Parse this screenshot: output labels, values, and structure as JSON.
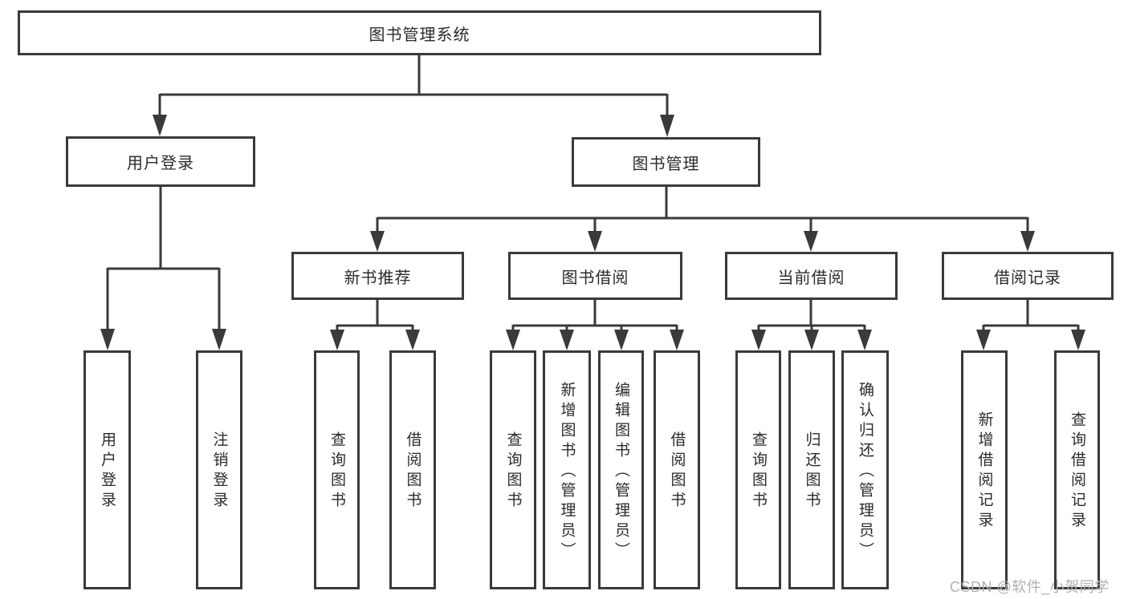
{
  "diagram_title": "图书管理系统",
  "nodes": {
    "root": "图书管理系统",
    "user_login": "用户登录",
    "book_management": "图书管理",
    "new_book_rec": "新书推荐",
    "book_borrow": "图书借阅",
    "current_borrow": "当前借阅",
    "borrow_records": "借阅记录",
    "leaf_user_login": "用户登录",
    "leaf_logout": "注销登录",
    "leaf_nb_query": "查询图书",
    "leaf_nb_borrow": "借阅图书",
    "leaf_bb_query": "查询图书",
    "leaf_bb_add": "新增图书（管理员）",
    "leaf_bb_edit": "编辑图书（管理员）",
    "leaf_bb_borrow": "借阅图书",
    "leaf_cb_query": "查询图书",
    "leaf_cb_return": "归还图书",
    "leaf_cb_confirm": "确认归还（管理员）",
    "leaf_br_add": "新增借阅记录",
    "leaf_br_query": "查询借阅记录"
  },
  "hierarchy": {
    "图书管理系统": {
      "用户登录": [
        "用户登录",
        "注销登录"
      ],
      "图书管理": {
        "新书推荐": [
          "查询图书",
          "借阅图书"
        ],
        "图书借阅": [
          "查询图书",
          "新增图书（管理员）",
          "编辑图书（管理员）",
          "借阅图书"
        ],
        "当前借阅": [
          "查询图书",
          "归还图书",
          "确认归还（管理员）"
        ],
        "借阅记录": [
          "新增借阅记录",
          "查询借阅记录"
        ]
      }
    }
  },
  "watermark": "CSDN @软件_小贺同学",
  "colors": {
    "line": "#3a3a3a",
    "text": "#2b2b2b",
    "watermark": "#b0b0b0",
    "background": "#ffffff"
  }
}
